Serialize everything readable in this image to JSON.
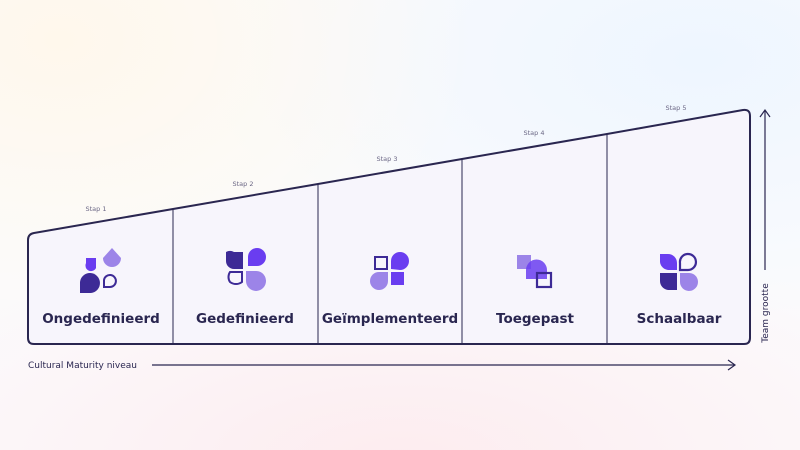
{
  "colors": {
    "outline": "#2a2650",
    "dark_purple": "#3d2a96",
    "mid_purple": "#6a3df0",
    "light_purple": "#9c84e8",
    "fill": "#f7f5fc"
  },
  "stages": [
    {
      "step": "Stap 1",
      "label": "Ongedefinieerd",
      "icon": "droplets-icon"
    },
    {
      "step": "Stap 2",
      "label": "Gedefinieerd",
      "icon": "petals-icon"
    },
    {
      "step": "Stap 3",
      "label": "Geïmplementeerd",
      "icon": "squares-circles-icon"
    },
    {
      "step": "Stap 4",
      "label": "Toegepast",
      "icon": "layered-squares-icon"
    },
    {
      "step": "Stap 5",
      "label": "Schaalbaar",
      "icon": "clover-icon"
    }
  ],
  "x_axis": {
    "label": "Cultural Maturity niveau"
  },
  "y_axis": {
    "label": "Team grootte"
  }
}
